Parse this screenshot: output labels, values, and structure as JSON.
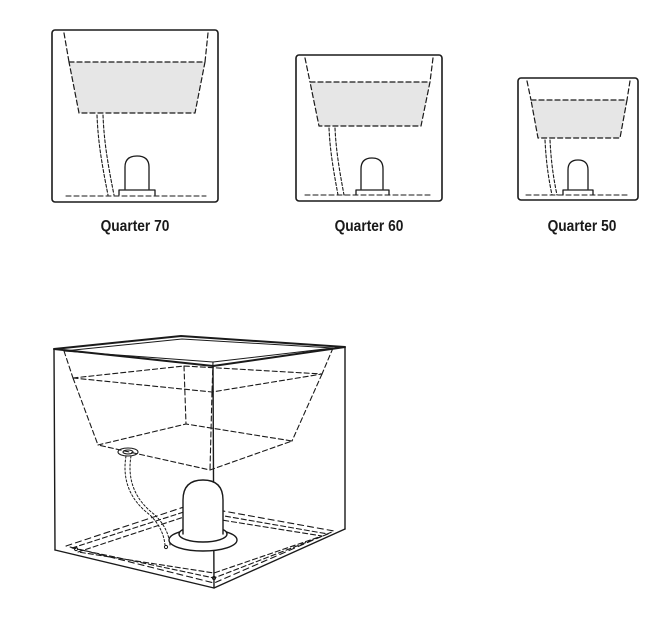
{
  "planters": [
    {
      "label": "Quarter 70"
    },
    {
      "label": "Quarter 60"
    },
    {
      "label": "Quarter 50"
    }
  ],
  "colors": {
    "line": "#1a1a1a",
    "basin_fill": "#e6e6e6",
    "background": "#ffffff"
  }
}
